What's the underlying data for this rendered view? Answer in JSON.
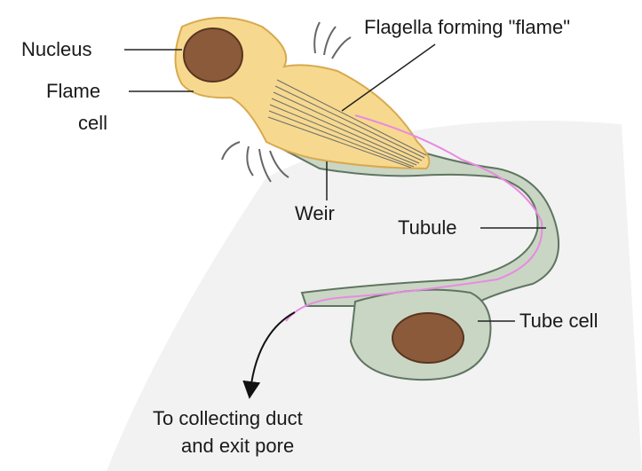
{
  "labels": {
    "nucleus": "Nucleus",
    "flame_cell_line1": "Flame",
    "flame_cell_line2": "cell",
    "flagella": "Flagella forming \"flame\"",
    "weir": "Weir",
    "tubule": "Tubule",
    "tube_cell": "Tube cell",
    "collecting_line1": "To collecting duct",
    "collecting_line2": "and exit pore"
  },
  "colors": {
    "flame_cell_fill": "#f6d98f",
    "flame_cell_edge": "#d9a94e",
    "nucleus_fill": "#8b5a3a",
    "tubule_fill": "#c9d6c4",
    "tubule_edge": "#5f7561",
    "flow_line": "#e88be0",
    "leader_line": "#222222"
  }
}
